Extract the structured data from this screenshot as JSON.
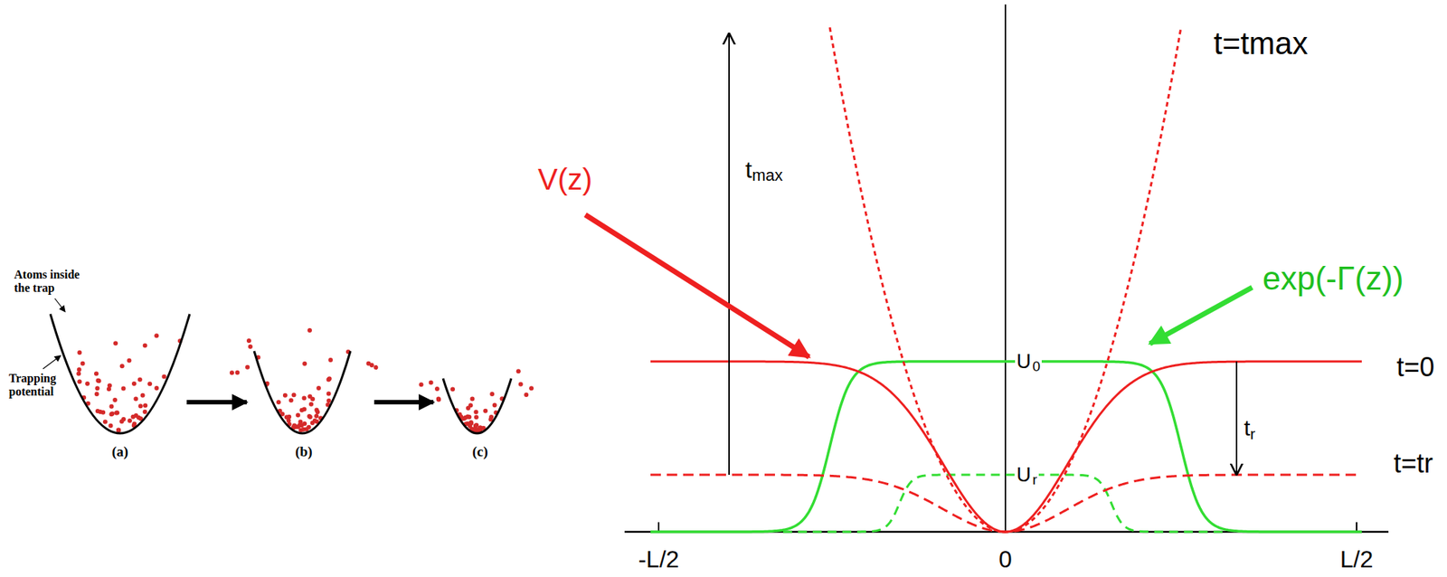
{
  "diagram": {
    "labels": [
      "Atoms inside the trap",
      "Trapping potential",
      "(a)",
      "(b)",
      "(c)",
      "V(z)",
      "t",
      "max",
      "t=tmax",
      "exp(-Γ(z))",
      "U",
      "0",
      "t=0",
      "t",
      "r",
      "U",
      "r",
      "t=tr",
      "-L/2",
      "0",
      "L/2"
    ]
  }
}
